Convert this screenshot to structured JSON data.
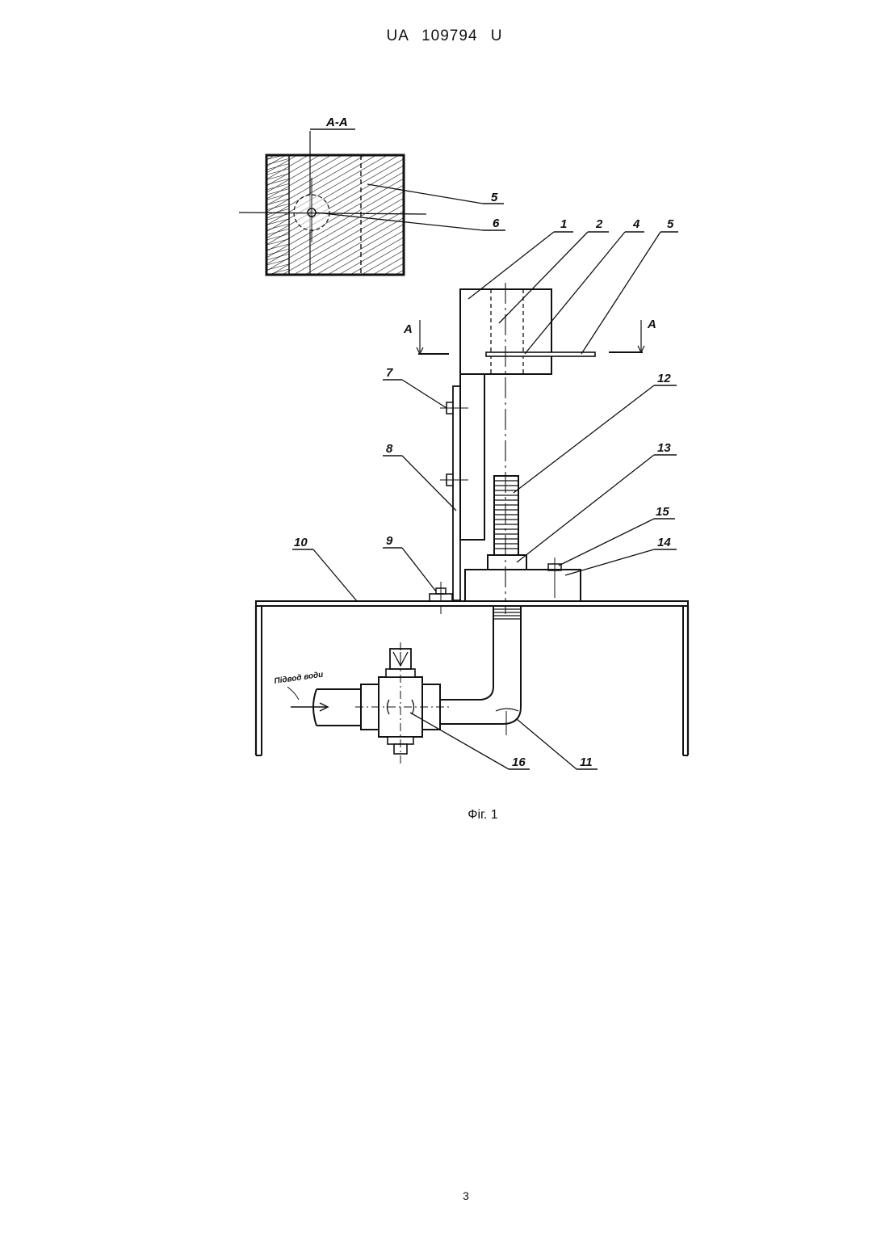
{
  "header": {
    "doc_number": "UA  109794  U"
  },
  "figure": {
    "caption": "Фіг. 1",
    "section_label": "A-A",
    "cut_label_left": "A",
    "cut_label_right": "A",
    "inlet_label": "Підвод води",
    "callouts": {
      "c1": "1",
      "c2": "2",
      "c4": "4",
      "c5": "5",
      "c5s": "5",
      "c6": "6",
      "c7": "7",
      "c8": "8",
      "c9": "9",
      "c10": "10",
      "c11": "11",
      "c12": "12",
      "c13": "13",
      "c14": "14",
      "c15": "15",
      "c16": "16"
    }
  },
  "footer": {
    "page_number": "3"
  },
  "colors": {
    "ink": "#111111",
    "paper": "#ffffff"
  }
}
